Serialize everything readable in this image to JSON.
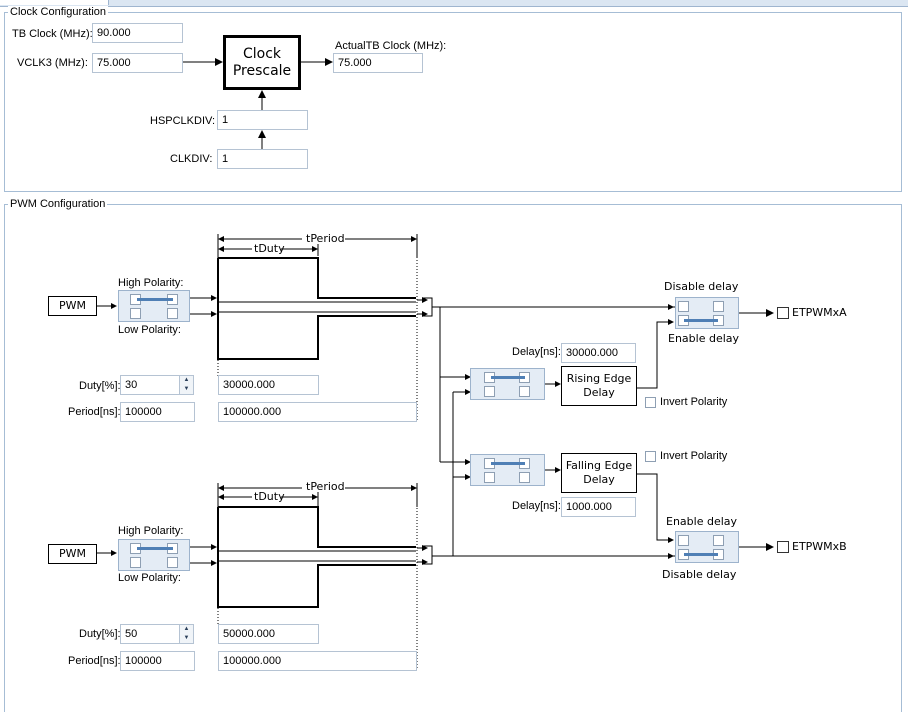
{
  "clock": {
    "title": "Clock Configuration",
    "tb_clock_label": "TB Clock (MHz):",
    "tb_clock_value": "90.000",
    "vclk3_label": "VCLK3 (MHz):",
    "vclk3_value": "75.000",
    "prescale_line1": "Clock",
    "prescale_line2": "Prescale",
    "actual_label": "ActualTB  Clock (MHz):",
    "actual_value": "75.000",
    "hspclkdiv_label": "HSPCLKDIV:",
    "hspclkdiv_value": "1",
    "clkdiv_label": "CLKDIV:",
    "clkdiv_value": "1"
  },
  "pwm": {
    "title": "PWM Configuration",
    "channel_a": {
      "tperiod_label": "tPeriod",
      "tduty_label": "tDuty",
      "pwm_label": "PWM",
      "high_polarity_label": "High Polarity:",
      "low_polarity_label": "Low Polarity:",
      "duty_label": "Duty[%]:",
      "duty_value": "30",
      "duty_ns_value": "30000.000",
      "period_label": "Period[ns]:",
      "period_value": "100000",
      "period_ns_value": "100000.000"
    },
    "channel_b": {
      "tperiod_label": "tPeriod",
      "tduty_label": "tDuty",
      "pwm_label": "PWM",
      "high_polarity_label": "High Polarity:",
      "low_polarity_label": "Low Polarity:",
      "duty_label": "Duty[%]:",
      "duty_value": "50",
      "duty_ns_value": "50000.000",
      "period_label": "Period[ns]:",
      "period_value": "100000",
      "period_ns_value": "100000.000"
    },
    "rising_delay_label": "Delay[ns]:",
    "rising_delay_value": "30000.000",
    "rising_edge_line1": "Rising Edge",
    "rising_edge_line2": "Delay",
    "rising_invert_label": "Invert Polarity",
    "falling_edge_line1": "Falling Edge",
    "falling_edge_line2": "Delay",
    "falling_invert_label": "Invert Polarity",
    "falling_delay_label": "Delay[ns]:",
    "falling_delay_value": "1000.000",
    "out_a_disable_label": "Disable delay",
    "out_a_enable_label": "Enable delay",
    "out_a_name": "ETPWMxA",
    "out_b_enable_label": "Enable delay",
    "out_b_disable_label": "Disable delay",
    "out_b_name": "ETPWMxB"
  },
  "colors": {
    "border": "#a6bdd5",
    "switch_bg": "#e4ecf5",
    "switch_bar": "#4f7fb5"
  }
}
